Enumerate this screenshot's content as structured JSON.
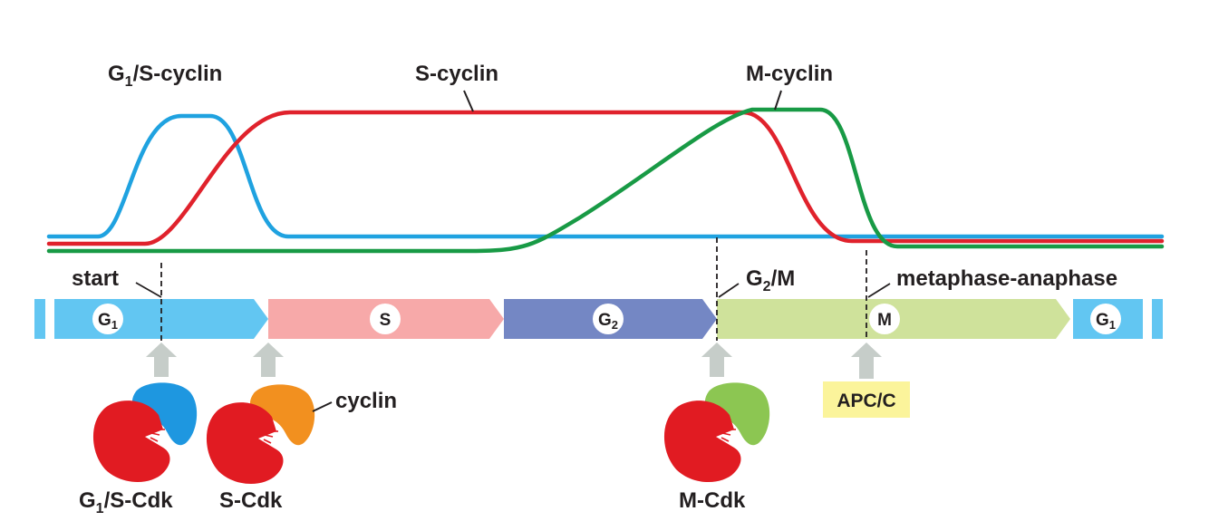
{
  "curves": {
    "g1s_cyclin": {
      "label": "G",
      "sub": "1",
      "rest": "/S-cyclin",
      "color": "#1fa2e0"
    },
    "s_cyclin": {
      "label": "S-cyclin",
      "color": "#e0222c"
    },
    "m_cyclin": {
      "label": "M-cyclin",
      "color": "#189a45"
    }
  },
  "checkpoints": {
    "start": "start",
    "g2m": {
      "label": "G",
      "sub": "2",
      "rest": "/M"
    },
    "metaphase_anaphase": "metaphase-anaphase"
  },
  "phases": [
    {
      "label": "G",
      "sub": "1",
      "color": "#62c6f2"
    },
    {
      "label": "S",
      "sub": "",
      "color": "#f7a9a9"
    },
    {
      "label": "G",
      "sub": "2",
      "color": "#7487c4"
    },
    {
      "label": "M",
      "sub": "",
      "color": "#cfe29b"
    },
    {
      "label": "G",
      "sub": "1",
      "color": "#62c6f2"
    }
  ],
  "complexes": {
    "g1s_cdk": {
      "label": "G",
      "sub": "1",
      "rest": "/S-Cdk",
      "cyclin_color": "#1e97e0"
    },
    "s_cdk": {
      "label": "S-Cdk",
      "cyclin_color": "#f2901f"
    },
    "m_cdk": {
      "label": "M-Cdk",
      "cyclin_color": "#8cc652"
    },
    "cdk_color": "#e11b22"
  },
  "cyclin_label": "cyclin",
  "apc": "APC/C",
  "colors": {
    "up_arrow": "#c6cdc9",
    "apc_bg": "#fbf49b"
  }
}
